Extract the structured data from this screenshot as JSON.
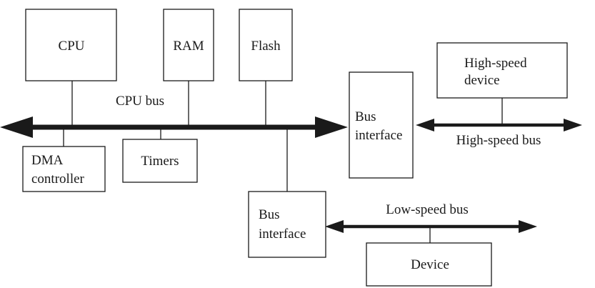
{
  "blocks": {
    "cpu": "CPU",
    "ram": "RAM",
    "flash": "Flash",
    "dma_line1": "DMA",
    "dma_line2": "controller",
    "timers": "Timers",
    "bus_interface_main_line1": "Bus",
    "bus_interface_main_line2": "interface",
    "high_speed_device_line1": "High-speed",
    "high_speed_device_line2": "device",
    "bus_interface_low_line1": "Bus",
    "bus_interface_low_line2": "interface",
    "device": "Device"
  },
  "buses": {
    "cpu_bus": "CPU bus",
    "high_speed_bus": "High-speed bus",
    "low_speed_bus": "Low-speed bus"
  }
}
